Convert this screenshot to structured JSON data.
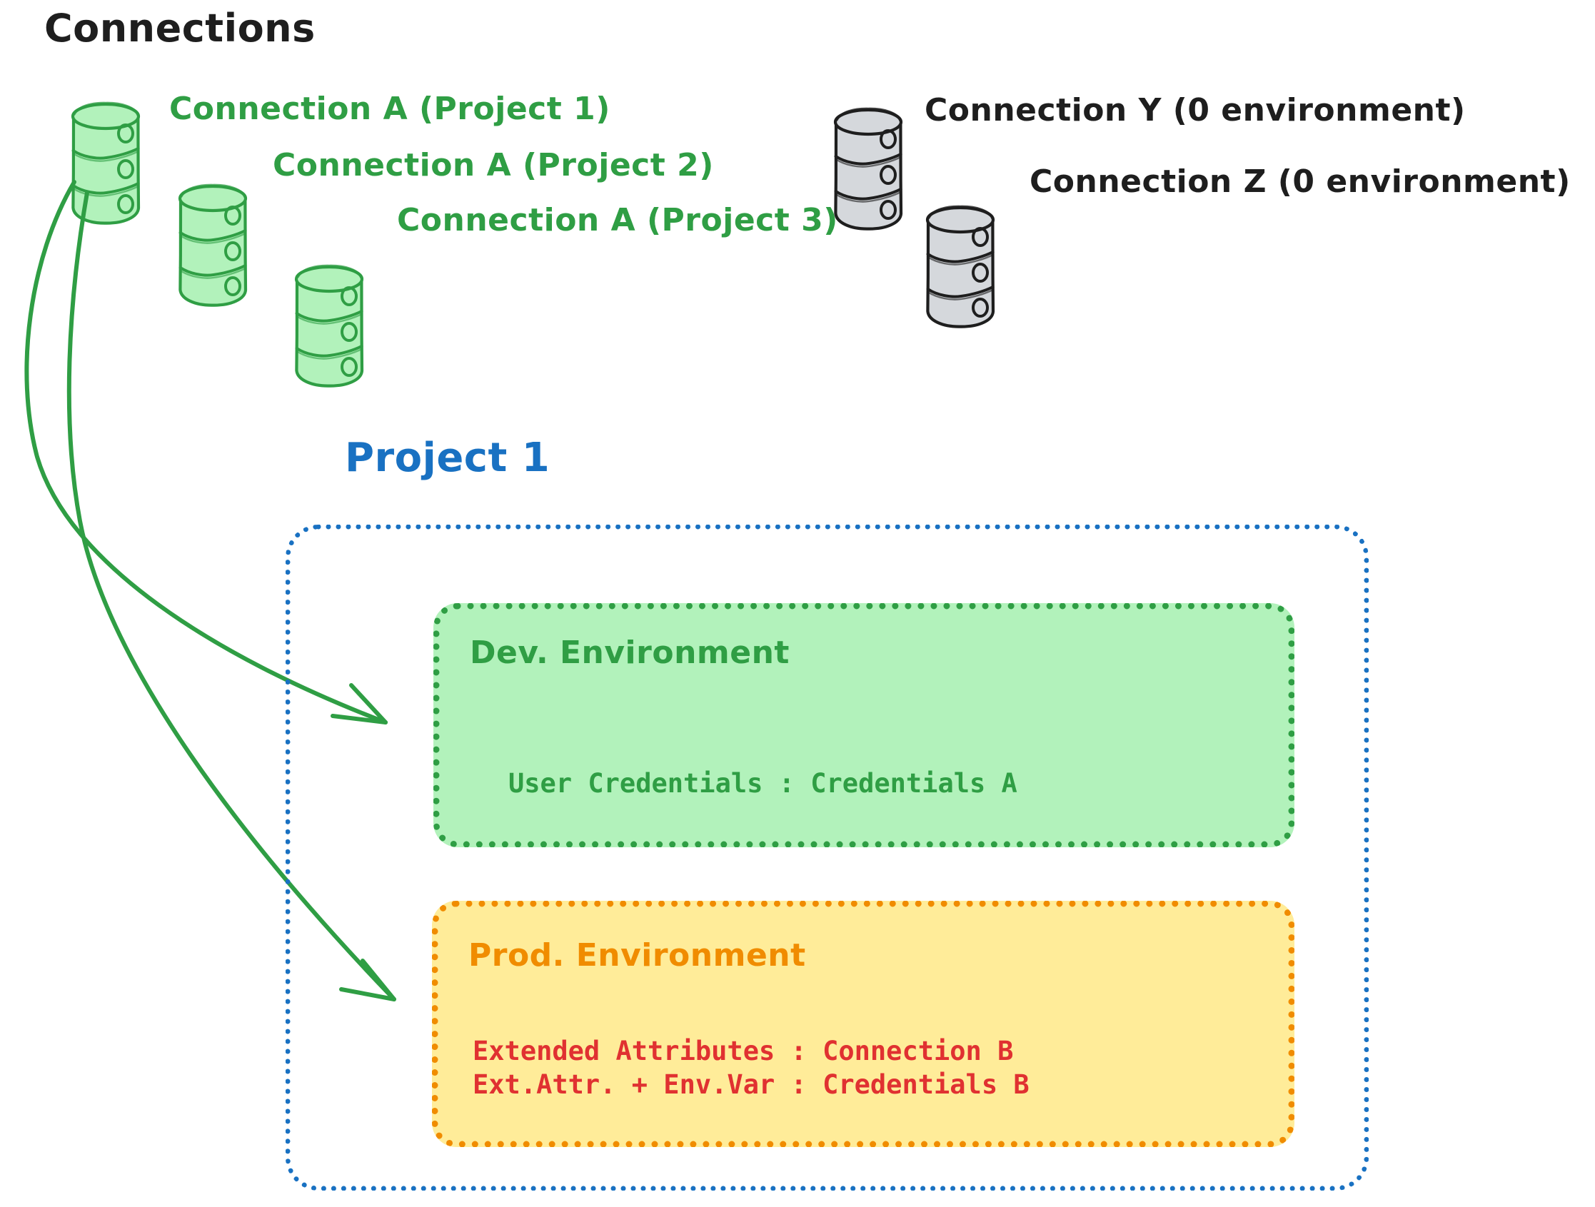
{
  "heading": {
    "title": "Connections"
  },
  "connections": [
    {
      "id": "connection-a-project-1",
      "label": "Connection A (Project 1)",
      "style": "green",
      "color": "#2f9e44"
    },
    {
      "id": "connection-a-project-2",
      "label": "Connection A (Project 2)",
      "style": "green",
      "color": "#2f9e44"
    },
    {
      "id": "connection-a-project-3",
      "label": "Connection A (Project 3)",
      "style": "green",
      "color": "#2f9e44"
    },
    {
      "id": "connection-y",
      "label": "Connection Y (0 environment)",
      "style": "gray",
      "color": "#1e1e1e"
    },
    {
      "id": "connection-z",
      "label": "Connection Z (0 environment)",
      "style": "gray",
      "color": "#1e1e1e"
    }
  ],
  "project": {
    "label": "Project 1",
    "color": "#1971c2",
    "environments": [
      {
        "id": "dev-environment",
        "title": "Dev. Environment",
        "fill": "#b2f2bb",
        "stroke": "#2f9e44",
        "text_color": "#2f9e44",
        "details": [
          "User Credentials : Credentials A"
        ]
      },
      {
        "id": "prod-environment",
        "title": "Prod. Environment",
        "fill": "#ffec99",
        "stroke": "#f08c00",
        "text_color": "#e03131",
        "details": [
          "Extended Attributes : Connection B",
          "Ext.Attr. + Env.Var : Credentials B"
        ]
      }
    ]
  },
  "arrows": [
    {
      "id": "arrow-connection-a-to-dev",
      "from": "connection-a-project-1",
      "to": "dev-environment",
      "color": "#2f9e44"
    },
    {
      "id": "arrow-connection-a-to-prod",
      "from": "connection-a-project-1",
      "to": "prod-environment",
      "color": "#2f9e44"
    }
  ],
  "palette": {
    "green_fill": "#b2f2bb",
    "green_stroke": "#2f9e44",
    "gray_fill": "#d5d8dc",
    "gray_stroke": "#1e1e1e",
    "blue": "#1971c2",
    "orange_fill": "#ffec99",
    "orange_stroke": "#f08c00",
    "red": "#e03131",
    "background": "#ffffff"
  }
}
